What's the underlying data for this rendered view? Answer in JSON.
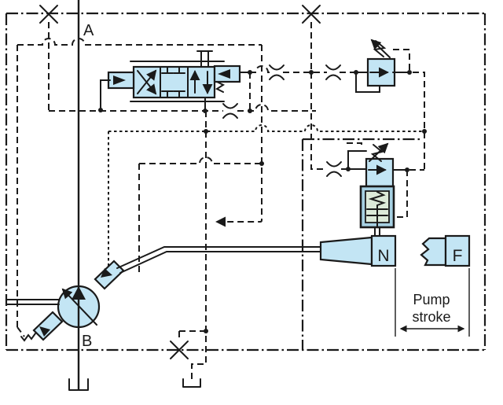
{
  "diagram": {
    "type": "hydraulic-pump-stroke-control-schematic",
    "labels": {
      "port_a": "A",
      "port_b": "B",
      "stroke_neutral": "N",
      "stroke_full": "F"
    },
    "dimension_note": {
      "line1": "Pump",
      "line2": "stroke"
    },
    "colors": {
      "component_fill": "#c3e5f4",
      "cylinder_wall": "#a6d0e2",
      "cylinder_chamber": "#dcead9",
      "line": "#1a1a1a",
      "background": "#ffffff"
    },
    "components": [
      "variable-displacement-pump",
      "directional-control-valve",
      "pilot-relief-valve",
      "pressure-compensator-valve",
      "bias-spring-cylinder",
      "stroking-piston",
      "orifice-restrictors",
      "enclosure-boundary",
      "plugged-test-points",
      "tank-drains",
      "pump-stroke-dimension"
    ]
  }
}
